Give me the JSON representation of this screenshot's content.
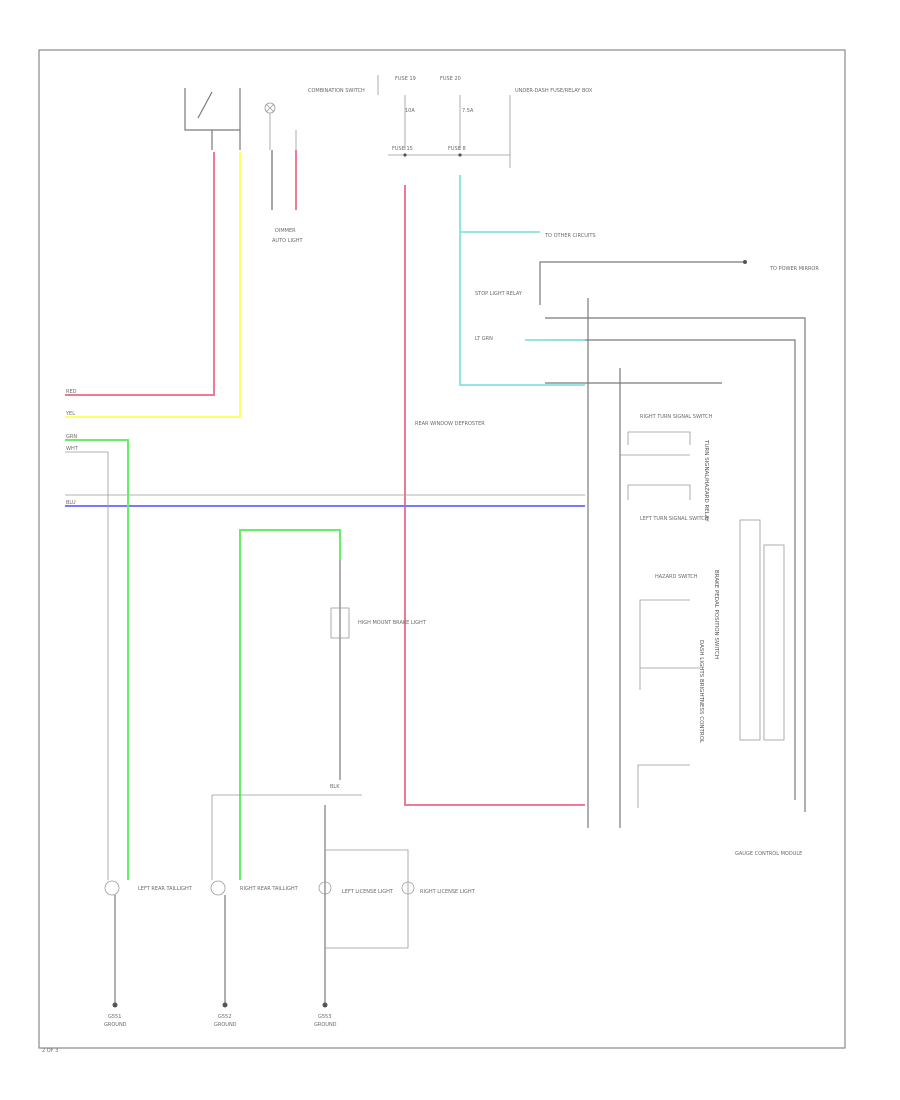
{
  "diagram": {
    "page_mark": "2 OF 3",
    "colors": {
      "red": "#f07a96",
      "yellow": "#ffff66",
      "green": "#66ee66",
      "blue": "#7777ff",
      "cyan": "#88e0e0",
      "black": "#6e6e6e"
    },
    "labels": {
      "combo_switch": "COMBINATION SWITCH",
      "under_dash_fuse": "UNDER-DASH FUSE/RELAY BOX",
      "fuse_a": "FUSE 19",
      "fuse_b": "FUSE 20",
      "fuse_c": "FUSE 15",
      "fuse_d": "FUSE 8",
      "fuse_e": "10A",
      "fuse_f": "7.5A",
      "dash_lights": "DASH LIGHTS BRIGHTNESS CONTROL",
      "turn_signal_hazard": "TURN SIGNAL/HAZARD RELAY",
      "right_turn_sw": "RIGHT TURN SIGNAL SWITCH",
      "left_turn_sw": "LEFT TURN SIGNAL SWITCH",
      "hazard_sw": "HAZARD SWITCH",
      "stop_sw": "BRAKE PEDAL POSITION SWITCH",
      "gauge_control": "GAUGE CONTROL MODULE",
      "left_rear_light": "LEFT REAR TAILLIGHT",
      "right_rear_light": "RIGHT REAR TAILLIGHT",
      "left_license": "LEFT LICENSE LIGHT",
      "right_license": "RIGHT LICENSE LIGHT",
      "high_mount": "HIGH MOUNT BRAKE LIGHT",
      "rear_conn": "REAR WINDOW DEFROSTER",
      "ground_1": "G551",
      "ground_2": "G552",
      "ground_3": "G553",
      "gnd_txt": "GROUND",
      "wire_red": "RED",
      "wire_yel": "YEL",
      "wire_grn": "GRN",
      "wire_blu": "BLU",
      "wire_blk": "BLK",
      "wire_lt_grn": "LT GRN",
      "wire_wht": "WHT",
      "auto_light": "AUTO LIGHT",
      "dimmer": "DIMMER",
      "to_other": "TO OTHER CIRCUITS",
      "stop_relay": "STOP LIGHT RELAY",
      "to_mirror": "TO POWER MIRROR"
    }
  }
}
